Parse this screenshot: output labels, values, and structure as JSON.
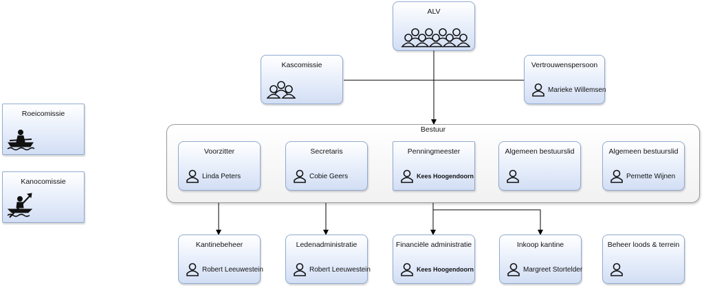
{
  "nodes": {
    "alv": {
      "title": "ALV",
      "icon": "group-of-people-icon"
    },
    "kascomissie": {
      "title": "Kascomissie",
      "icon": "group-of-people-icon"
    },
    "vertrouwenspersoon": {
      "title": "Vertrouwenspersoon",
      "person": "Marieke Willemsen"
    },
    "roeicomissie": {
      "title": "Roeicomissie",
      "icon": "rowing-boat-icon"
    },
    "kanocomissie": {
      "title": "Kanocomissie",
      "icon": "kayak-icon"
    },
    "bestuur": {
      "title": "Bestuur"
    },
    "voorzitter": {
      "title": "Voorzitter",
      "person": "Linda Peters"
    },
    "secretaris": {
      "title": "Secretaris",
      "person": "Cobie Geers"
    },
    "penningmeester": {
      "title": "Penningmeester",
      "person": "Kees Hoogendoorn"
    },
    "algemeen1": {
      "title": "Algemeen bestuurslid",
      "person": ""
    },
    "algemeen2": {
      "title": "Algemeen bestuurslid",
      "person": "Pernette Wijnen"
    },
    "kantinebeheer": {
      "title": "Kantinebeheer",
      "person": "Robert Leeuwestein"
    },
    "ledenadministratie": {
      "title": "Ledenadministratie",
      "person": "Robert Leeuwestein"
    },
    "financiele": {
      "title": "Financiële administratie",
      "person": "Kees Hoogendoorn"
    },
    "inkoop": {
      "title": "Inkoop kantine",
      "person": "Margreet Stortelder"
    },
    "beheer": {
      "title": "Beheer loods & terrein",
      "person": ""
    }
  },
  "colors": {
    "box_border": "#8fa9cf",
    "box_fill_top": "#ffffff",
    "box_fill_bottom": "#d2def4",
    "group_border": "#9a9a9a",
    "line": "#000000"
  }
}
